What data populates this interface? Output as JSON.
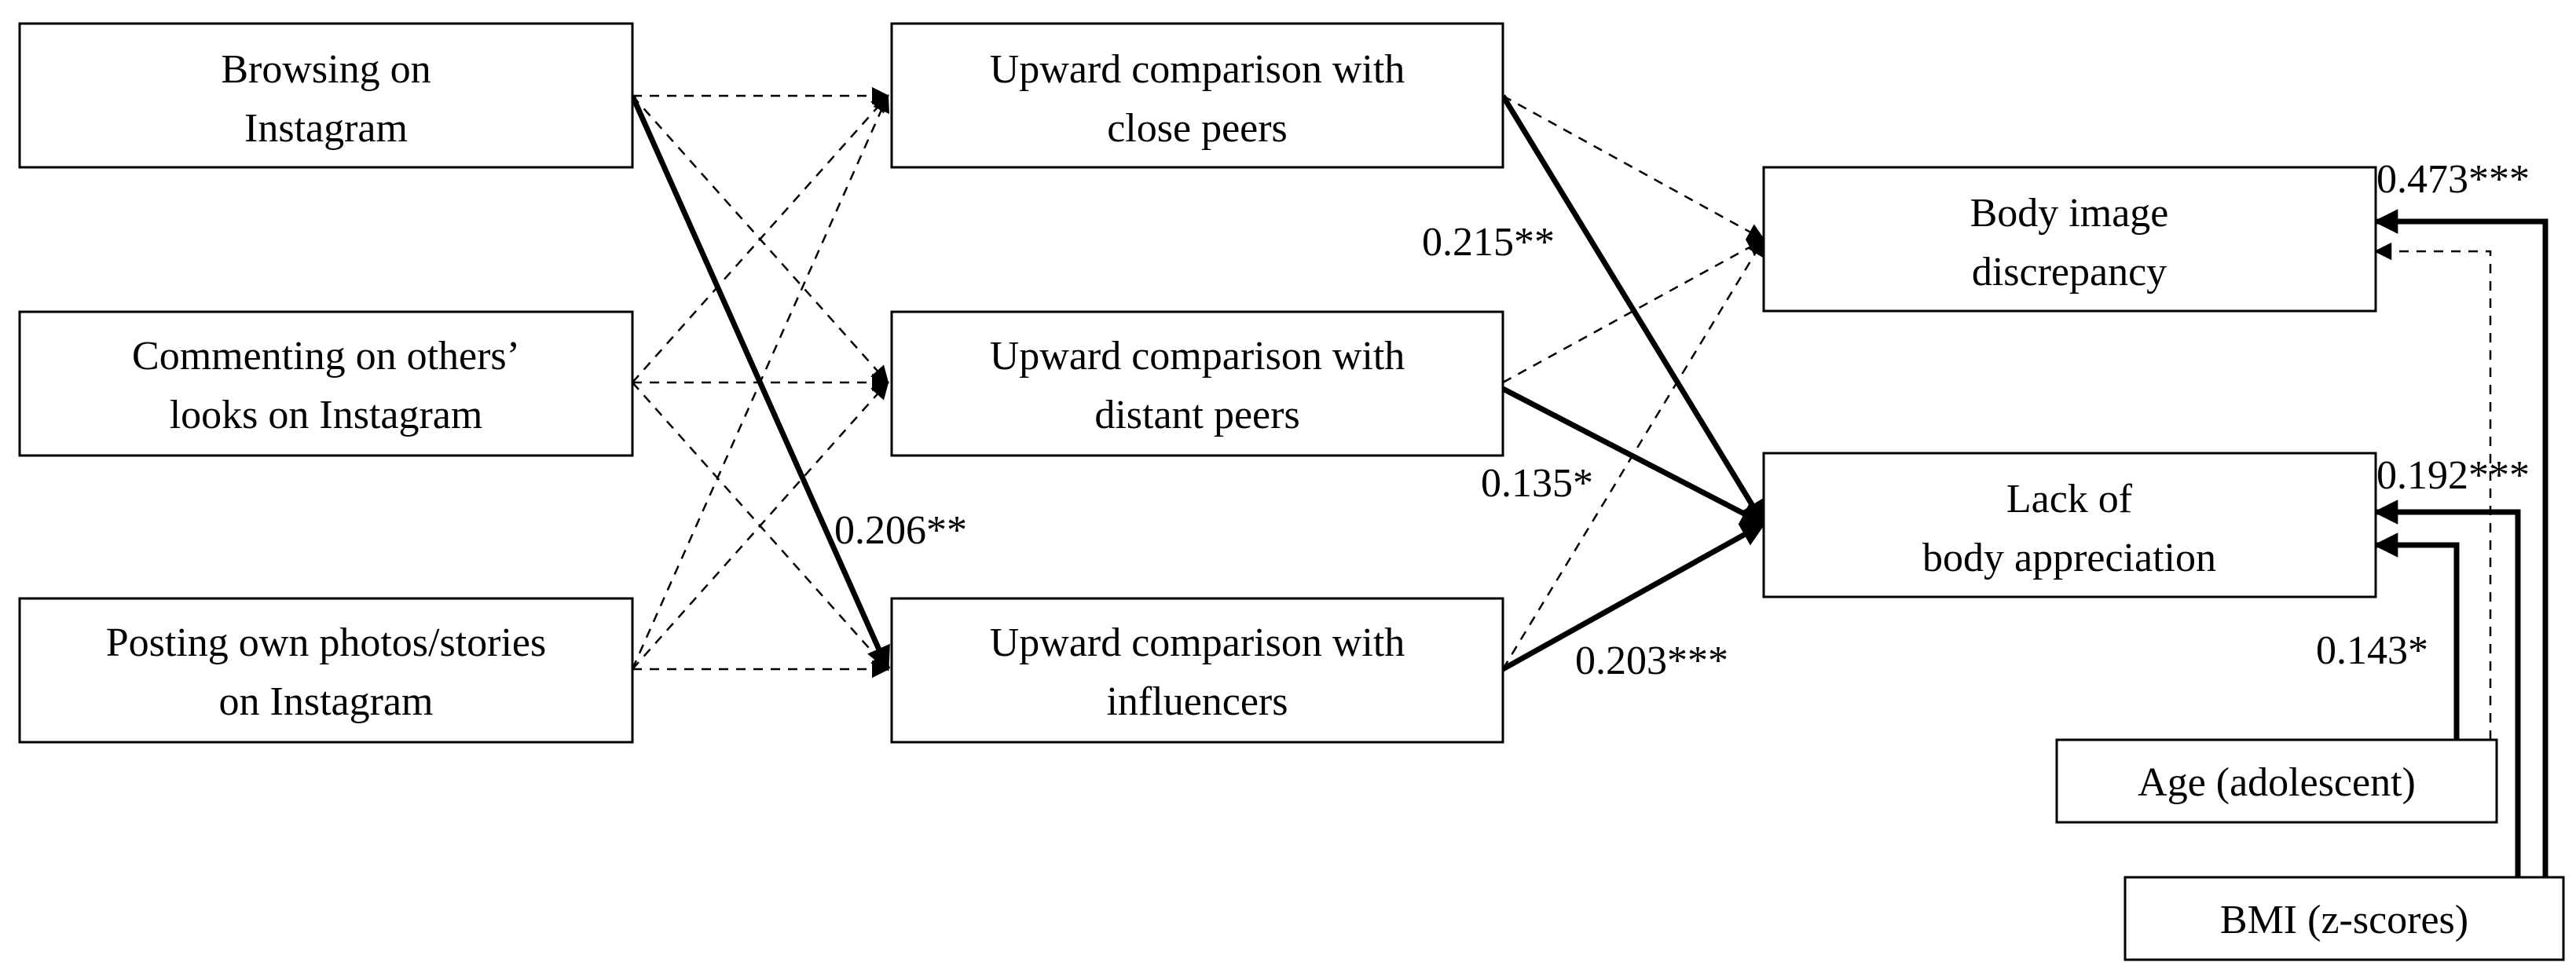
{
  "nodes": {
    "browsing": {
      "lines": [
        "Browsing on",
        "Instagram"
      ]
    },
    "commenting": {
      "lines": [
        "Commenting on others’",
        "looks on Instagram"
      ]
    },
    "posting": {
      "lines": [
        "Posting own photos/stories",
        "on Instagram"
      ]
    },
    "close_peers": {
      "lines": [
        "Upward comparison with",
        "close peers"
      ]
    },
    "distant_peers": {
      "lines": [
        "Upward comparison with",
        "distant peers"
      ]
    },
    "influencers": {
      "lines": [
        "Upward comparison with",
        "influencers"
      ]
    },
    "body_image_discrepancy": {
      "lines": [
        "Body image",
        "discrepancy"
      ]
    },
    "lack_body_appreciation": {
      "lines": [
        "Lack of",
        "body appreciation"
      ]
    },
    "age": {
      "lines": [
        "Age (adolescent)"
      ]
    },
    "bmi": {
      "lines": [
        "BMI (z-scores)"
      ]
    }
  },
  "edges": [
    {
      "from": "browsing",
      "to": "close_peers",
      "style": "dashed"
    },
    {
      "from": "browsing",
      "to": "distant_peers",
      "style": "dashed"
    },
    {
      "from": "browsing",
      "to": "influencers",
      "style": "solid",
      "label": "0.206**"
    },
    {
      "from": "commenting",
      "to": "close_peers",
      "style": "dashed"
    },
    {
      "from": "commenting",
      "to": "distant_peers",
      "style": "dashed"
    },
    {
      "from": "commenting",
      "to": "influencers",
      "style": "dashed"
    },
    {
      "from": "posting",
      "to": "close_peers",
      "style": "dashed"
    },
    {
      "from": "posting",
      "to": "distant_peers",
      "style": "dashed"
    },
    {
      "from": "posting",
      "to": "influencers",
      "style": "dashed"
    },
    {
      "from": "close_peers",
      "to": "body_image_discrepancy",
      "style": "dashed"
    },
    {
      "from": "close_peers",
      "to": "lack_body_appreciation",
      "style": "solid",
      "label": "0.215**"
    },
    {
      "from": "distant_peers",
      "to": "body_image_discrepancy",
      "style": "dashed"
    },
    {
      "from": "distant_peers",
      "to": "lack_body_appreciation",
      "style": "solid",
      "label": "0.135*"
    },
    {
      "from": "influencers",
      "to": "body_image_discrepancy",
      "style": "dashed"
    },
    {
      "from": "influencers",
      "to": "lack_body_appreciation",
      "style": "solid",
      "label": "0.203***"
    },
    {
      "from": "bmi",
      "to": "body_image_discrepancy",
      "style": "solid",
      "label": "0.473***"
    },
    {
      "from": "age",
      "to": "body_image_discrepancy",
      "style": "dashed"
    },
    {
      "from": "bmi",
      "to": "lack_body_appreciation",
      "style": "solid",
      "label": "0.192***"
    },
    {
      "from": "age",
      "to": "lack_body_appreciation",
      "style": "solid",
      "label": "0.143*"
    }
  ]
}
